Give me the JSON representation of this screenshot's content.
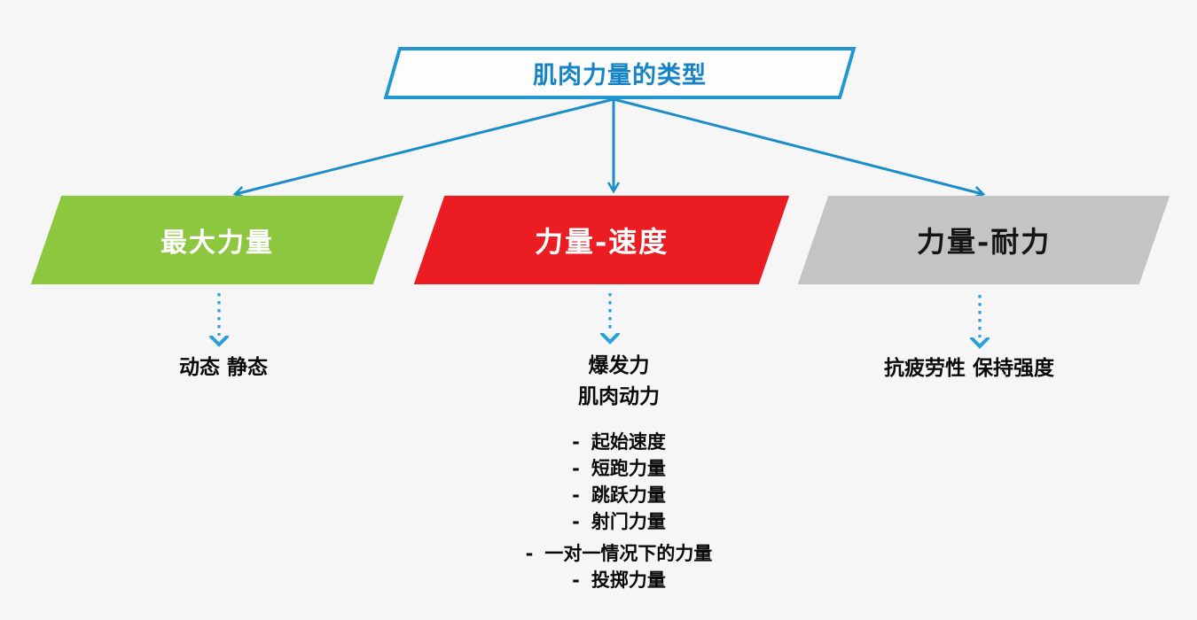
{
  "title": {
    "label": "肌肉力量的类型"
  },
  "list_bullet": "-",
  "branches": [
    {
      "label": "最大力量",
      "subtext": "动态 静态",
      "fill": "#8dc63f",
      "text_color": "#ffffff"
    },
    {
      "label": "力量-速度",
      "subtext_lines": [
        "爆发力",
        "肌肉动力"
      ],
      "list": [
        "起始速度",
        "短跑力量",
        "跳跃力量",
        "射门力量",
        "一对一情况下的力量",
        "投掷力量"
      ],
      "fill": "#ec1c23",
      "text_color": "#ffffff"
    },
    {
      "label": "力量-耐力",
      "subtext": "抗疲劳性 保持强度",
      "fill": "#c4c3c5",
      "text_color": "#141414"
    }
  ],
  "colors": {
    "background": "#f7f6f6",
    "connector_blue": "#1b8dc9",
    "dashed_blue": "#2da0d8",
    "title_text_blue": "#1583c4",
    "title_border_blue": "#2196d0"
  }
}
